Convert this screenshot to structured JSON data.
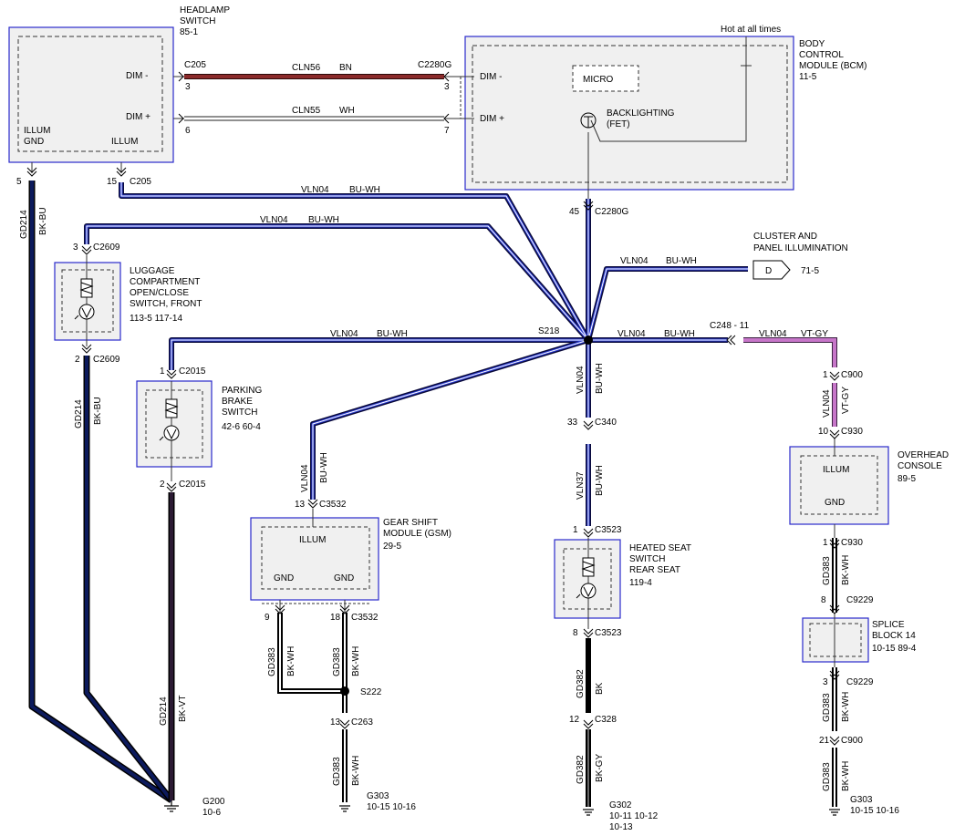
{
  "components": {
    "headlamp_switch": {
      "title": [
        "HEADLAMP",
        "SWITCH",
        "85-1"
      ],
      "pins": {
        "dim_minus": "DIM -",
        "dim_plus": "DIM +",
        "illum_gnd": [
          "ILLUM",
          "GND"
        ],
        "illum": "ILLUM"
      }
    },
    "bcm": {
      "title": [
        "BODY",
        "CONTROL",
        "MODULE (BCM)",
        "11-5"
      ],
      "hot": "Hot at all times",
      "micro": "MICRO",
      "backlighting": [
        "BACKLIGHTING",
        "(FET)"
      ],
      "dim_minus": "DIM -",
      "dim_plus": "DIM +"
    },
    "cluster": {
      "title": [
        "CLUSTER AND",
        "PANEL ILLUMINATION"
      ],
      "connector": "D",
      "ref": "71-5"
    },
    "luggage": {
      "title": [
        "LUGGAGE",
        "COMPARTMENT",
        "OPEN/CLOSE",
        "SWITCH, FRONT",
        "113-5   117-14"
      ]
    },
    "parking": {
      "title": [
        "PARKING",
        "BRAKE",
        "SWITCH",
        "42-6   60-4"
      ]
    },
    "gsm": {
      "title": [
        "GEAR SHIFT",
        "MODULE (GSM)",
        "29-5"
      ],
      "illum": "ILLUM",
      "gnd1": "GND",
      "gnd2": "GND"
    },
    "heated_seat": {
      "title": [
        "HEATED SEAT",
        "SWITCH",
        "REAR SEAT",
        "119-4"
      ]
    },
    "overhead": {
      "title": [
        "OVERHEAD",
        "CONSOLE",
        "89-5"
      ],
      "illum": "ILLUM",
      "gnd": "GND"
    },
    "splice14": {
      "title": [
        "SPLICE",
        "BLOCK 14",
        "10-15  89-4"
      ]
    }
  },
  "connectors": {
    "c205_3": [
      "C205",
      "3"
    ],
    "c2280g_3": [
      "C2280G",
      "3"
    ],
    "c205_6": "6",
    "c2280g_7": "7",
    "c205_5": "5",
    "c205_15": [
      "15",
      "C205"
    ],
    "c2280g_45": [
      "45",
      "C2280G"
    ],
    "c2609_3": [
      "3",
      "C2609"
    ],
    "c2609_2": [
      "2",
      "C2609"
    ],
    "c2015_1": [
      "1",
      "C2015"
    ],
    "c2015_2": [
      "2",
      "C2015"
    ],
    "c3532_13": [
      "13",
      "C3532"
    ],
    "c3532_9": "9",
    "c3532_18": [
      "18",
      "C3532"
    ],
    "c263_13": [
      "13",
      "C263"
    ],
    "c340_33": [
      "33",
      "C340"
    ],
    "c3523_1": [
      "1",
      "C3523"
    ],
    "c3523_8": [
      "8",
      "C3523"
    ],
    "c328_12": [
      "12",
      "C328"
    ],
    "c248_11": "C248 - 11",
    "c900_1": [
      "1",
      "C900"
    ],
    "c930_10": [
      "10",
      "C930"
    ],
    "c930_1": [
      "1",
      "C930"
    ],
    "c9229_8": [
      "8",
      "C9229"
    ],
    "c9229_3": [
      "3",
      "C9229"
    ],
    "c900_21": [
      "21",
      "C900"
    ]
  },
  "splices": {
    "s218": "S218",
    "s222": "S222"
  },
  "grounds": {
    "g200": [
      "G200",
      "10-6"
    ],
    "g303a": [
      "G303",
      "10-15   10-16"
    ],
    "g302": [
      "G302",
      "10-11   10-12",
      "10-13"
    ],
    "g303b": [
      "G303",
      "10-15   10-16"
    ]
  },
  "wires": {
    "cln56": {
      "circuit": "CLN56",
      "color": "BN",
      "hex": "#8b2a2a"
    },
    "cln55": {
      "circuit": "CLN55",
      "color": "WH",
      "hex": "#ffffff"
    },
    "vln04": {
      "circuit": "VLN04",
      "color": "BU-WH",
      "hex": "#1a2fa6"
    },
    "vln04_vtgy": {
      "circuit": "VLN04",
      "color": "VT-GY",
      "hex": "#c776c9"
    },
    "vln37": {
      "circuit": "VLN37",
      "color": "BU-WH"
    },
    "gd214_bkbu": {
      "circuit": "GD214",
      "color": "BK-BU",
      "hex": "#0c1a5c"
    },
    "gd214_bkvt": {
      "circuit": "GD214",
      "color": "BK-VT",
      "hex": "#2b1a33"
    },
    "gd383": {
      "circuit": "GD383",
      "color": "BK-WH"
    },
    "gd382_bk": {
      "circuit": "GD382",
      "color": "BK"
    },
    "gd382_bkgy": {
      "circuit": "GD382",
      "color": "BK-GY"
    }
  }
}
